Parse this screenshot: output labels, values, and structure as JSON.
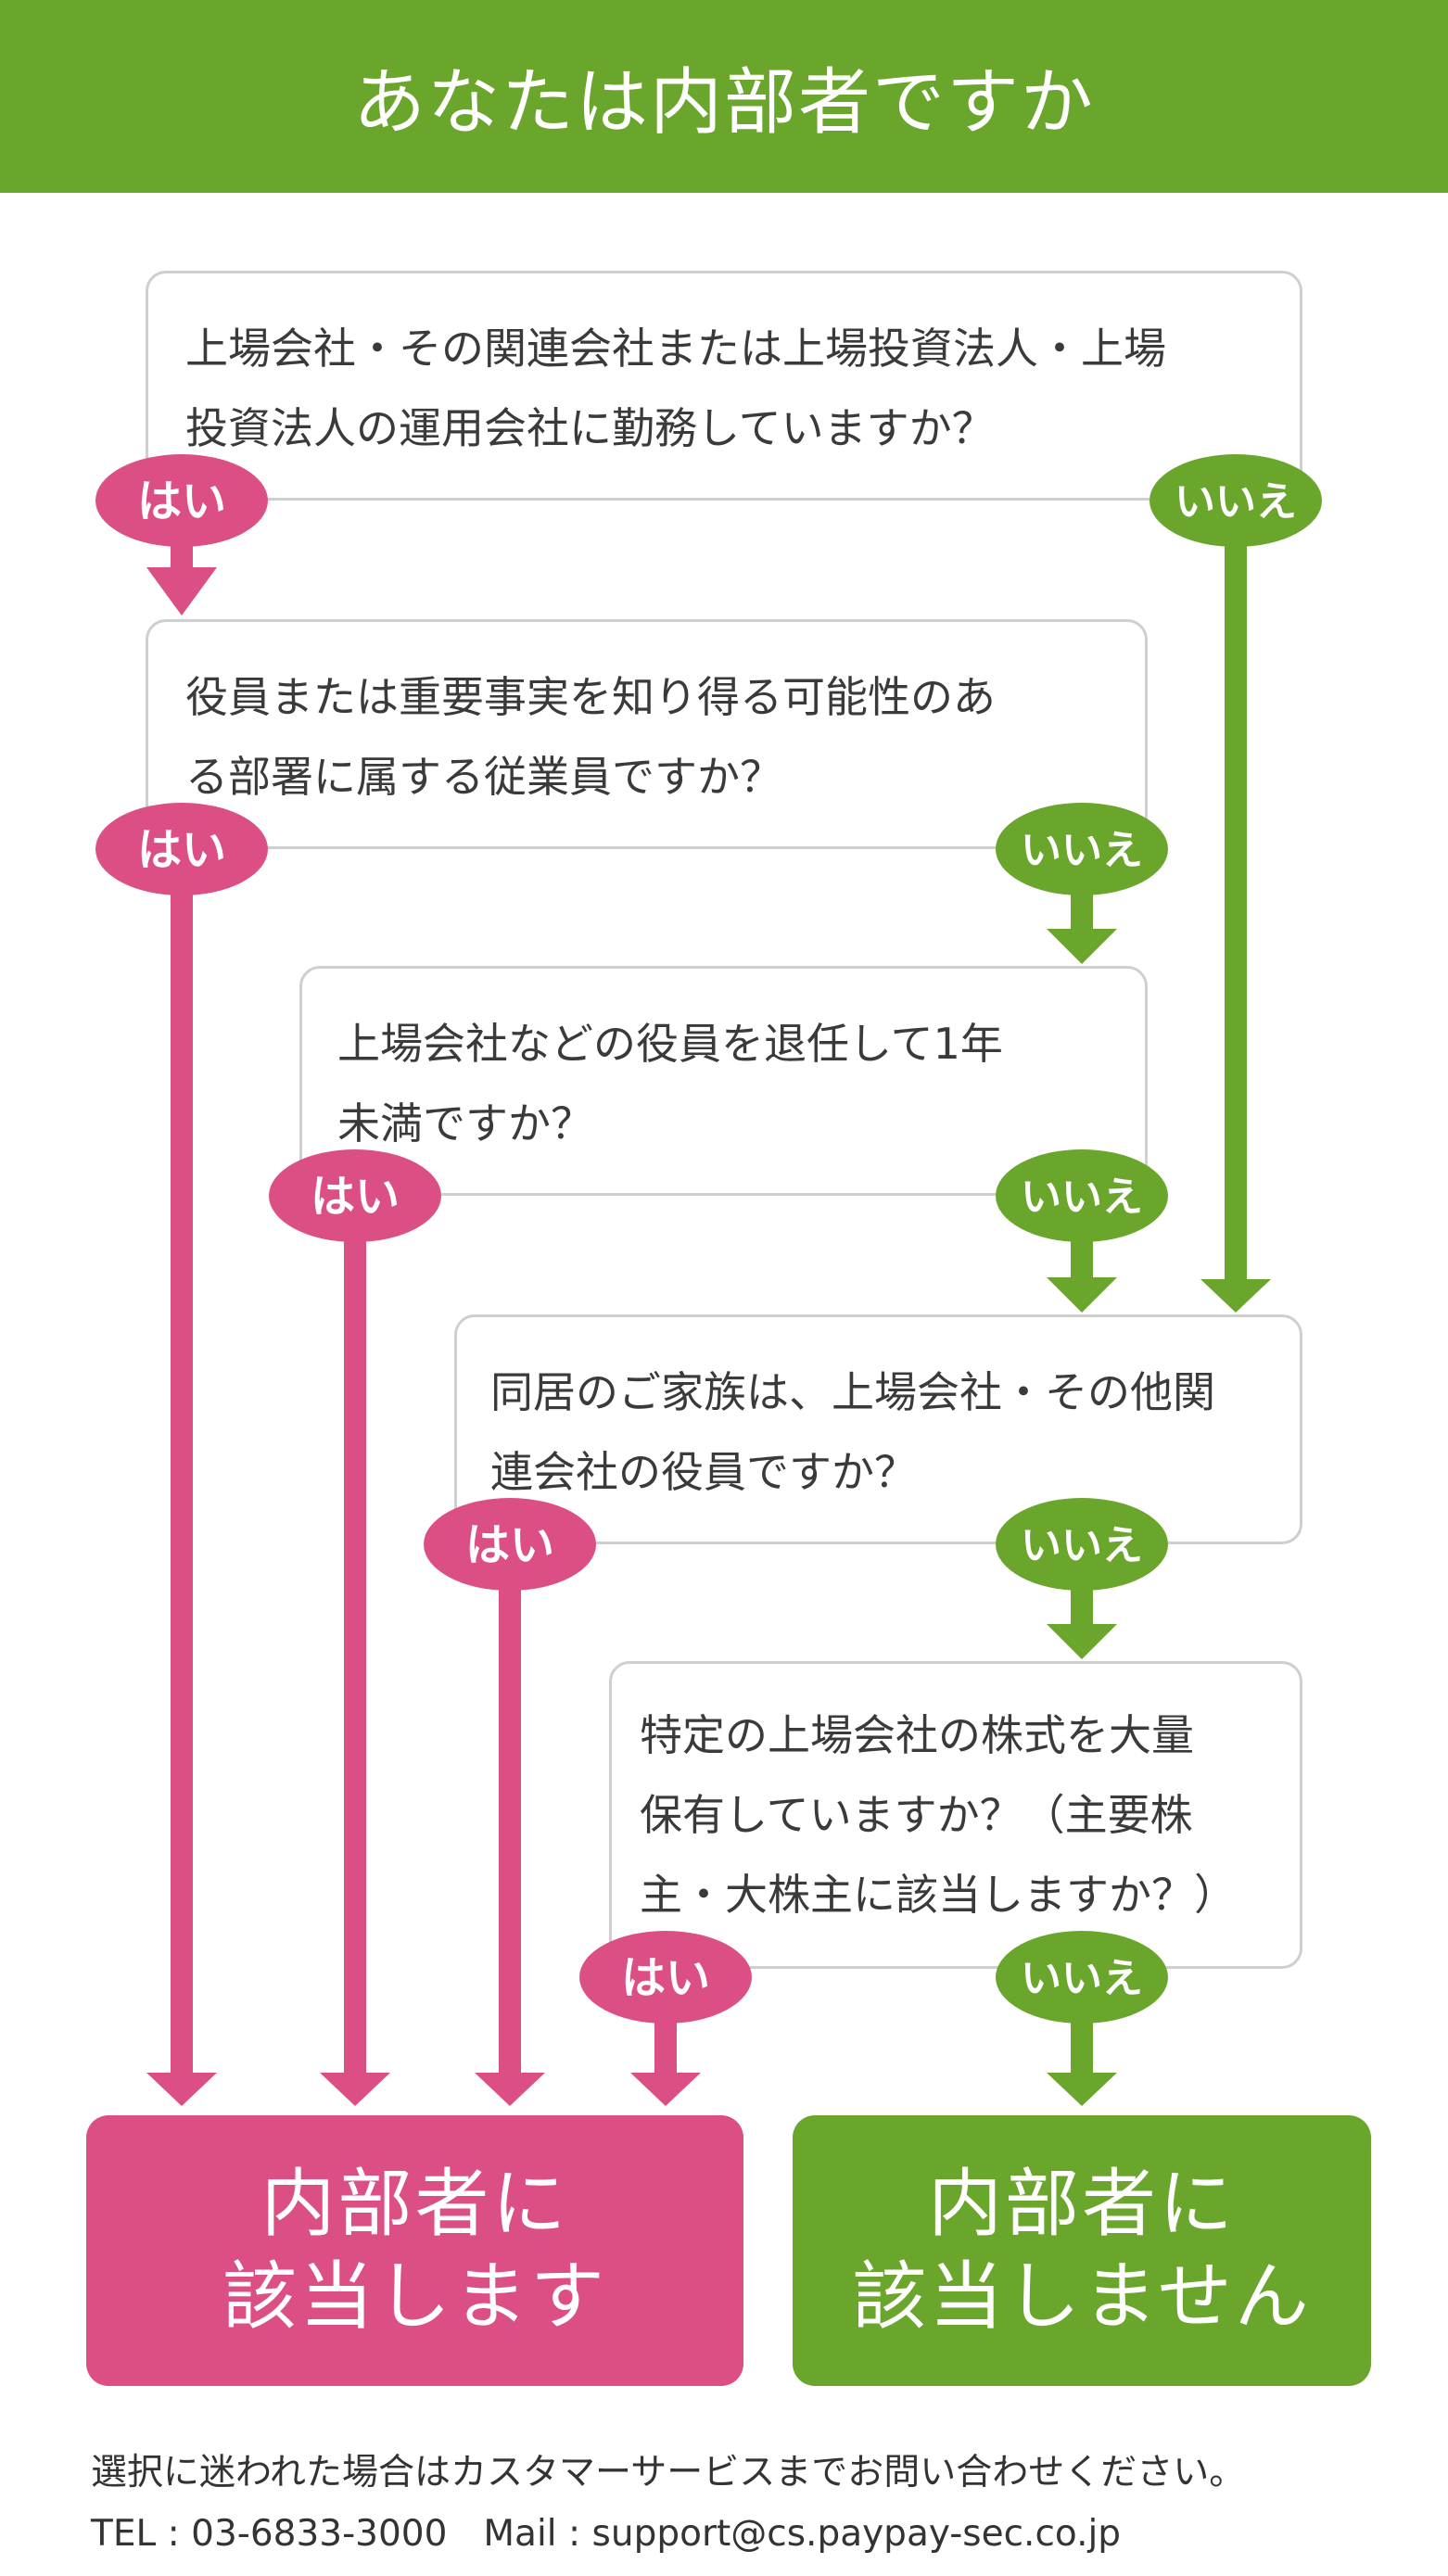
{
  "header": {
    "title": "あなたは内部者ですか"
  },
  "colors": {
    "yes": "#dc4f85",
    "no": "#6aa62b",
    "border": "#cfcfcf"
  },
  "answers": {
    "yes": "はい",
    "no": "いいえ"
  },
  "questions": [
    {
      "text": "上場会社・その関連会社または上場投資法人・上場\n投資法人の運用会社に勤務していますか？"
    },
    {
      "text": "役員または重要事実を知り得る可能性のあ\nる部署に属する従業員ですか？"
    },
    {
      "text": "上場会社などの役員を退任して1年\n未満ですか？"
    },
    {
      "text": "同居のご家族は、上場会社・その他関\n連会社の役員ですか？"
    },
    {
      "text": "特定の上場会社の株式を大量\n保有していますか？（主要株\n主・大株主に該当しますか？）"
    }
  ],
  "results": {
    "insider": "内部者に\n該当します",
    "not_insider": "内部者に\n該当しません"
  },
  "footer": {
    "note": "選択に迷われた場合はカスタマーサービスまでお問い合わせください。",
    "contact": "TEL : 03-6833-3000　Mail : support@cs.paypay-sec.co.jp"
  }
}
